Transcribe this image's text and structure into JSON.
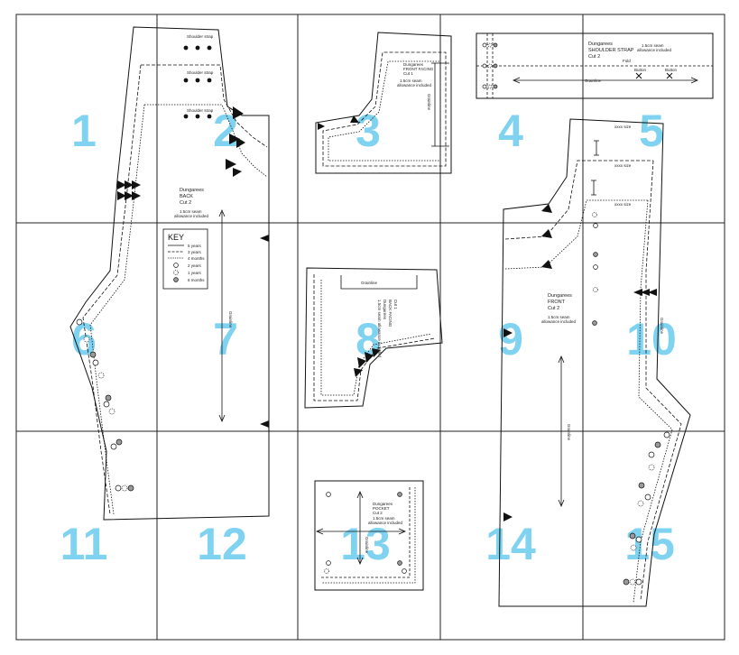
{
  "colors": {
    "page_number": "#7fd3f1",
    "line": "#111111",
    "grey_dot": "#9a9a9a"
  },
  "page_numbers": [
    "1",
    "2",
    "3",
    "4",
    "5",
    "6",
    "7",
    "8",
    "9",
    "10",
    "11",
    "12",
    "13",
    "14",
    "15"
  ],
  "back": {
    "title": "Dungarees",
    "name": "BACK",
    "cut": "Cut 2",
    "allowance_1": "1.5cm seam",
    "allowance_2": "allowance included",
    "grainline": "Grainline",
    "shoulder_strap": "Shoulder strap"
  },
  "key": {
    "title": "KEY",
    "rows": [
      "5 years",
      "3 years",
      "4 months",
      "2 years",
      "1 years",
      "6 months"
    ]
  },
  "front_facing": {
    "title": "Dungarees",
    "name": "FRONT FACING",
    "cut": "Cut 1",
    "allowance_1": "1.5cm seam",
    "allowance_2": "allowance included",
    "grainline": "Grainline"
  },
  "strap": {
    "title": "Dungarees",
    "name": "SHOULDER STRAP",
    "cut": "Cut 2",
    "allowance_1": "1.5cm seam",
    "allowance_2": "allowance included",
    "fold": "Fold",
    "grainline": "Grainline",
    "button_1": "Button",
    "button_2": "Button"
  },
  "back_facing": {
    "title": "Dungarees",
    "name": "BACK FACING",
    "cut": "Cut 1",
    "allowance": "1.5cm seam allowance included",
    "grainline": "Grainline"
  },
  "front": {
    "title": "Dungarees",
    "name": "FRONT",
    "cut": "Cut 2",
    "allowance_1": "1.5cm seam",
    "allowance_2": "allowance included",
    "grainline": "Grainline",
    "size_1": "xxxx size",
    "size_2": "xxxx size",
    "size_3": "xxxx size"
  },
  "pocket": {
    "title": "Dungarees",
    "name": "POCKET",
    "cut": "Cut 2",
    "allowance_1": "1.5cm seam",
    "allowance_2": "allowance included",
    "grainline": "Grainline"
  }
}
